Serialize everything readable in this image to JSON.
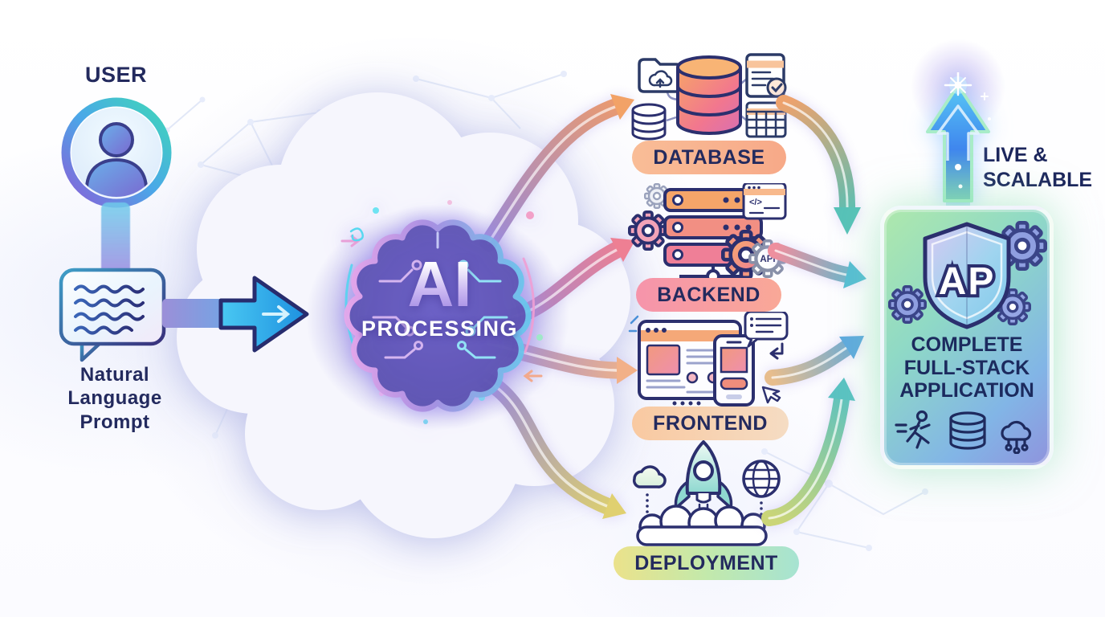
{
  "diagram": {
    "user": {
      "label": "USER"
    },
    "prompt": {
      "label": "Natural Language Prompt"
    },
    "ai": {
      "title": "AI",
      "subtitle": "PROCESSING"
    },
    "branches": [
      {
        "label": "DATABASE"
      },
      {
        "label": "BACKEND",
        "api_badge": "API",
        "code_glyph": "</>"
      },
      {
        "label": "FRONTEND"
      },
      {
        "label": "DEPLOYMENT"
      }
    ],
    "result": {
      "emblem": "AP",
      "title": "COMPLETE FULL-STACK APPLICATION"
    },
    "status": {
      "label": "LIVE & SCALABLE"
    },
    "colors": {
      "text_navy": "#232a5e",
      "database_pill": "#f7b28e",
      "backend_pill": "#f591a6",
      "frontend_pill": "#f6c8a2",
      "deployment_pill_start": "#ece289",
      "deployment_pill_end": "#a9e2cf",
      "panel_gradient_start": "#aee8ac",
      "panel_gradient_end": "#8f93dd",
      "input_arrow_blue": "#3ec8f5",
      "brain_stroke_pink": "#e39ae8",
      "brain_stroke_cyan": "#7fd8f0",
      "branch_database_end": "#eb9a6e",
      "branch_backend_end": "#ed7f92",
      "branch_frontend_end": "#efb28a",
      "branch_deployment_end": "#ddd06e"
    },
    "icons": [
      "user-avatar-icon",
      "speech-bubble-icon",
      "brain-circuit-icon",
      "folder-upload-icon",
      "database-cylinder-icon",
      "document-check-icon",
      "table-grid-icon",
      "server-rack-icon",
      "gear-icon",
      "code-window-icon",
      "api-gear-badge",
      "browser-window-icon",
      "smartphone-icon",
      "chat-message-icon",
      "cursor-icon",
      "cloud-upload-icon",
      "rocket-launch-icon",
      "globe-icon",
      "shield-emblem-icon",
      "runner-icon",
      "cloud-network-icon",
      "sparkle-star-icon",
      "up-arrow-icon"
    ]
  }
}
